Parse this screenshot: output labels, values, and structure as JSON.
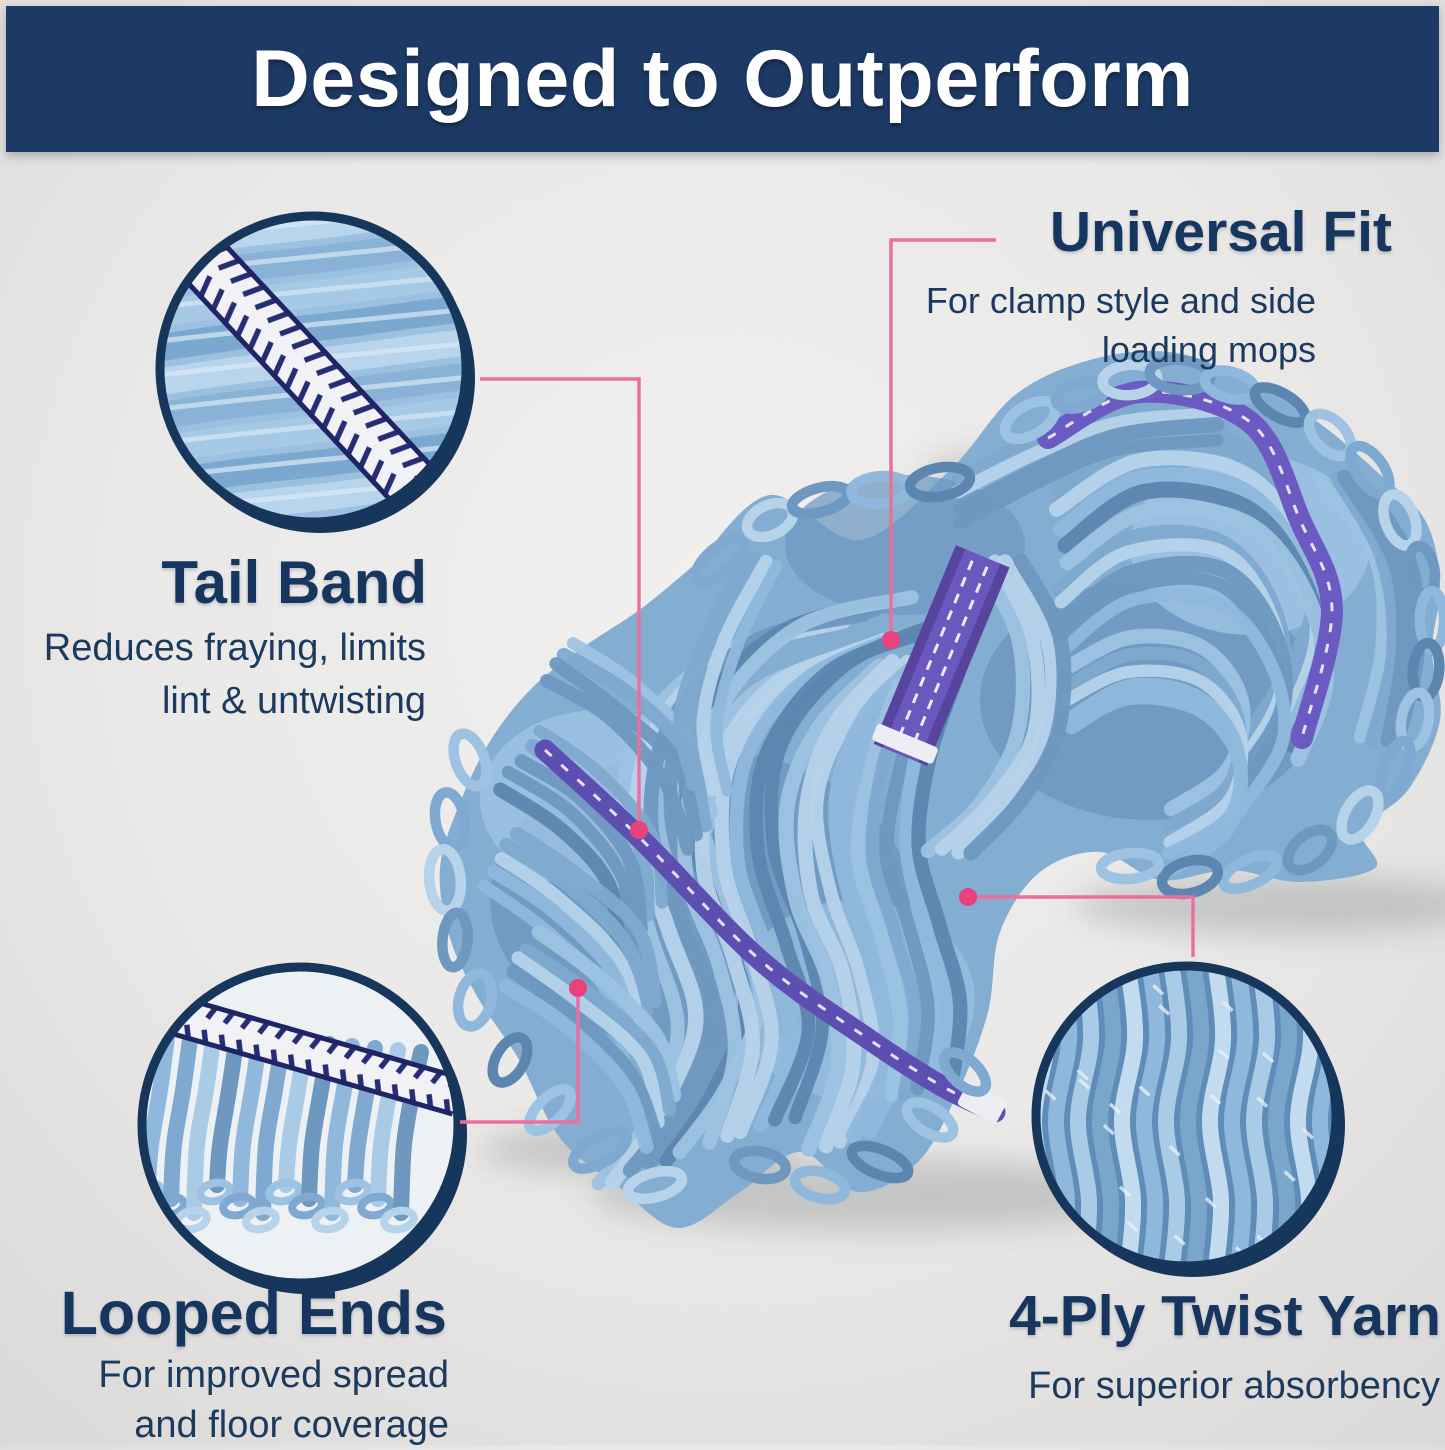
{
  "header": {
    "title": "Designed to Outperform"
  },
  "features": {
    "universal_fit": {
      "title": "Universal Fit",
      "desc_line1": "For clamp style and side",
      "desc_line2": "loading mops"
    },
    "tail_band": {
      "title": "Tail Band",
      "desc_line1": "Reduces fraying, limits",
      "desc_line2": "lint & untwisting"
    },
    "looped_ends": {
      "title": "Looped Ends",
      "desc_line1": "For improved spread",
      "desc_line2": "and floor coverage"
    },
    "four_ply": {
      "title": "4-Ply Twist Yarn",
      "desc_line1": "For superior absorbency"
    }
  },
  "colors": {
    "banner_bg": "#1d3a66",
    "banner_text": "#ffffff",
    "heading_text": "#17365f",
    "body_text": "#1b3a5e",
    "callout_line": "#ec6e9e",
    "callout_dot": "#e8417c",
    "circle_ring": "#16365c",
    "background": "#eae9e7",
    "yarn_blue": "#84add2",
    "yarn_light": "#b7d3ea",
    "yarn_dark": "#5c86b0",
    "band_purple": "#6a58bf",
    "stitch_white": "#f2f2f6"
  }
}
